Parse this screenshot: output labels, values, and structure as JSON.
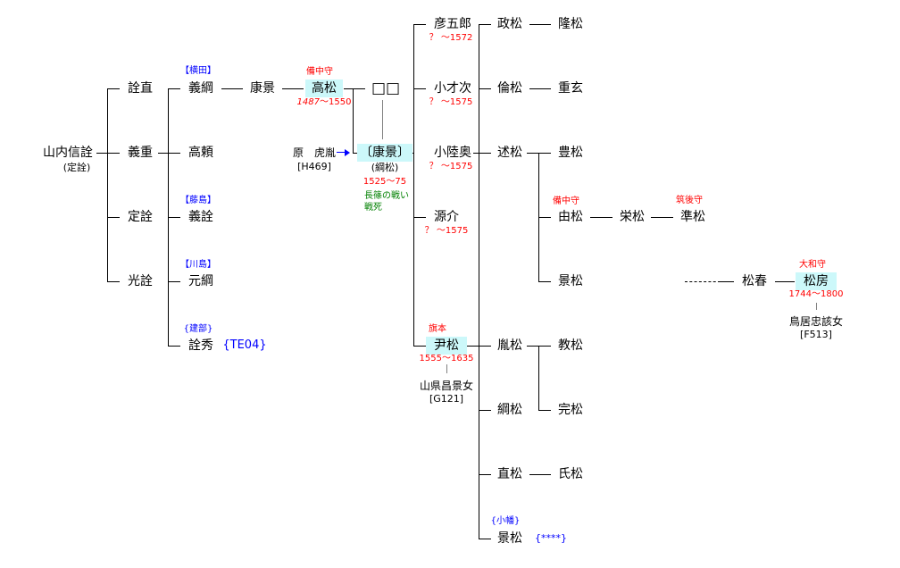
{
  "colors": {
    "highlight": "#ccf8fa",
    "office": "#ff0000",
    "clan": "#0000ff",
    "note": "#008000"
  },
  "root": {
    "name": "山内信詮",
    "alias": "(定詮)"
  },
  "gen1": [
    "詮直",
    "義重",
    "定詮",
    "光詮"
  ],
  "gen2": {
    "yoshitsuna": "義綱",
    "takayori": "高頼",
    "yoshinori": "義詮",
    "mototsuna": "元綱",
    "norihide": "詮秀",
    "norihide_ref": "{TE04}",
    "clan_yokota": "【横田】",
    "clan_fujishima": "【藤島】",
    "clan_kawashima": "【川島】",
    "clan_tatebe": "{建部}"
  },
  "gen3": {
    "yasukage": "康景"
  },
  "takamatsu": {
    "name": "高松",
    "office": "備中守",
    "years_birth": "1487",
    "years_rest": "〜1550"
  },
  "unknown": "□□",
  "hara": {
    "name": "原　虎胤",
    "ref": "[H469]"
  },
  "yasukage2": {
    "name": "〔康景〕",
    "alias": "(綱松)",
    "years": "1525〜75",
    "note1": "長篠の戦い",
    "note2": "戦死"
  },
  "sons": [
    {
      "name": "彦五郎",
      "years": "？ 〜1572"
    },
    {
      "name": "小才次",
      "years": "？ 〜1575"
    },
    {
      "name": "小陸奥",
      "years": "？ 〜1575"
    },
    {
      "name": "源介",
      "years": "？ 〜1575"
    }
  ],
  "tadamatsu": {
    "name": "尹松",
    "office": "旗本",
    "years": "1555〜1635",
    "wife": "山県昌景女",
    "wife_ref": "[G121]"
  },
  "gen6": {
    "masamatsu": "政松",
    "rinmatsu": "倫松",
    "jutsumatsu": "述松",
    "tanematsu": "胤松",
    "tsunamatsu": "綱松",
    "naomatsu": "直松",
    "kagematsu": "景松",
    "kagematsu_clan": "{小幡}",
    "kagematsu_ref": "{****}"
  },
  "gen7": {
    "takamatsu2": "隆松",
    "shigeharu": "重玄",
    "toyomatsu": "豊松",
    "yoshimatsu": "由松",
    "yoshimatsu_office": "備中守",
    "kagematsu2": "景松",
    "norimatsu": "教松",
    "sadamatsu": "完松",
    "ujimatsu": "氏松"
  },
  "gen8": {
    "eimatsu": "栄松",
    "junmatsu": "準松",
    "junmatsu_office": "筑後守"
  },
  "later": {
    "shoshun": "松春",
    "matsufusa": "松房",
    "matsufusa_office": "大和守",
    "matsufusa_years": "1744〜1800",
    "wife": "鳥居忠該女",
    "wife_ref": "[F513]"
  }
}
